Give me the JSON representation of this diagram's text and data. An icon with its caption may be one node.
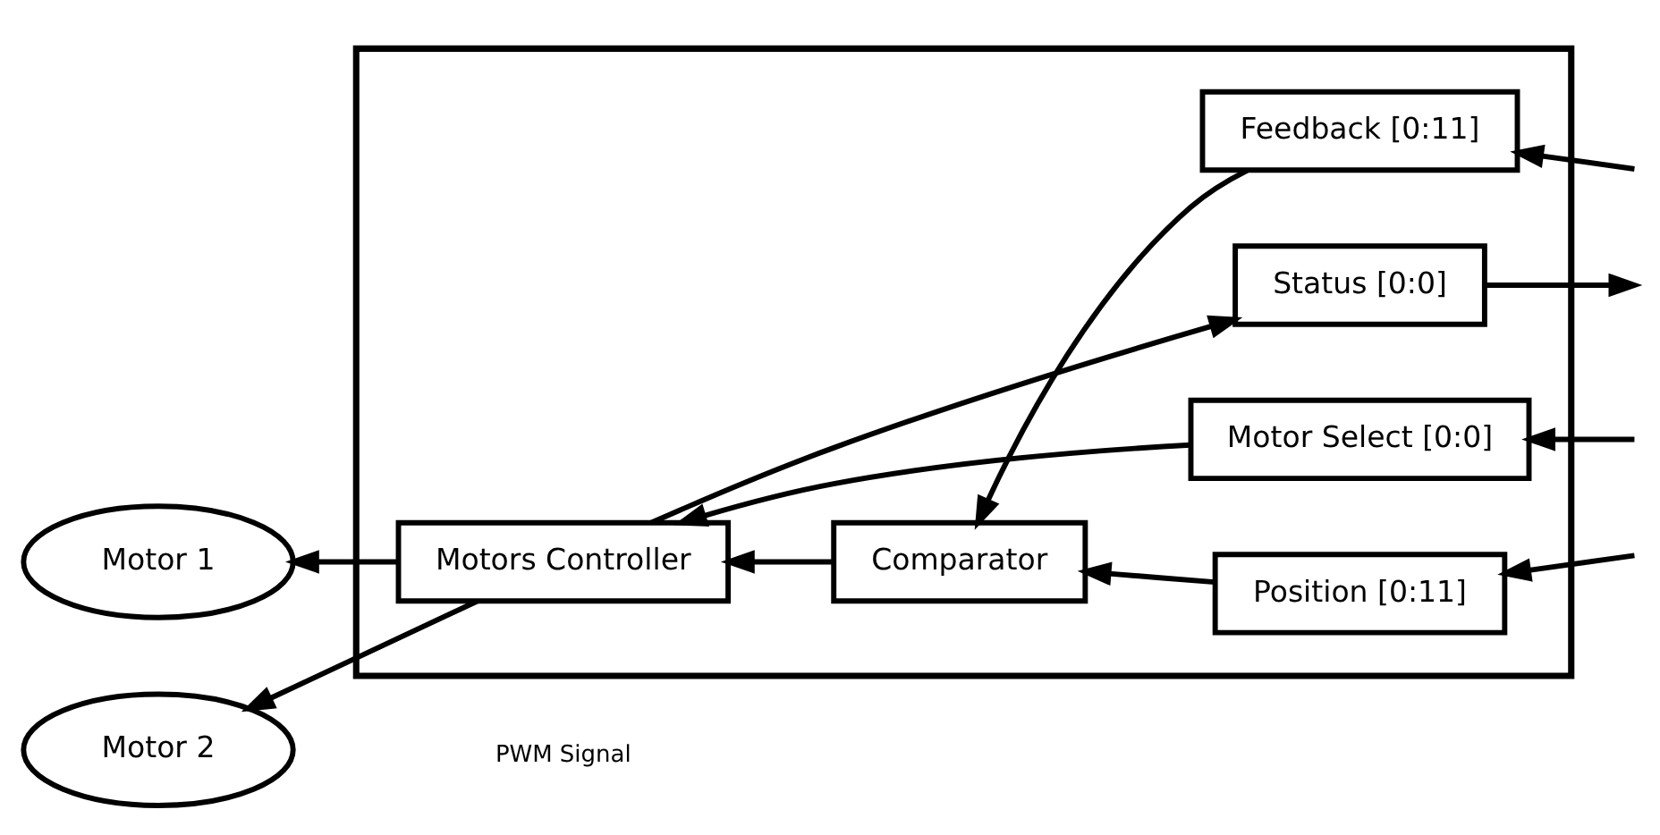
{
  "diagram": {
    "nodes": [
      {
        "text": [],
        "shape": "box"
      },
      {
        "text": [
          "Motor 1"
        ]
      },
      {
        "text": [
          "Motor 2"
        ]
      },
      {
        "text": [
          "Motors Controller"
        ],
        "in": 0
      },
      {
        "text": [
          "Comparator"
        ],
        "in": 0
      },
      {
        "text": [
          "Feedback [0:11]"
        ],
        "in": 0
      },
      {
        "text": [
          "Status [0:0]"
        ],
        "in": 0
      },
      {
        "text": [
          "Motor Select [0:0]"
        ],
        "in": 0
      },
      {
        "text": [
          "Position [0:11]"
        ],
        "in": 0
      }
    ],
    "edges": [
      {
        "from": 3,
        "to": 1,
        "arrow": "to"
      },
      {
        "from": 3,
        "to": 2,
        "arrow": "to"
      },
      {
        "from": 4,
        "to": 3,
        "arrow": "to"
      },
      {
        "from": 5,
        "to": 4,
        "arrow": "to"
      },
      {
        "from": 3,
        "to": 6,
        "arrow": "to"
      },
      {
        "from": 7,
        "to": 3,
        "arrow": "to"
      },
      {
        "from": 8,
        "to": 4,
        "arrow": "to"
      },
      {
        "from": null,
        "to": 5,
        "arrow": "to"
      },
      {
        "from": 6,
        "to": null,
        "arrow": "to"
      },
      {
        "from": null,
        "to": 7,
        "arrow": "to"
      },
      {
        "from": null,
        "to": 8,
        "arrow": "to"
      }
    ],
    "labels": [
      "PWM Signal"
    ]
  }
}
